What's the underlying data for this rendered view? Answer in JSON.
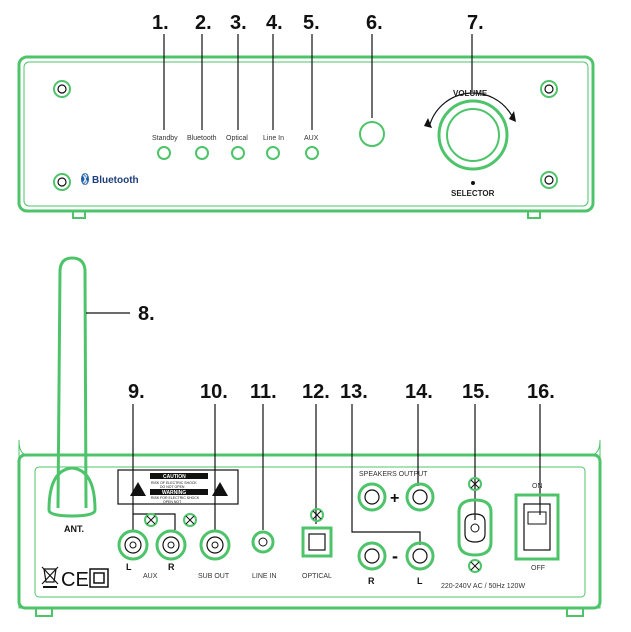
{
  "callouts": [
    "1.",
    "2.",
    "3.",
    "4.",
    "5.",
    "6.",
    "7.",
    "8.",
    "9.",
    "10.",
    "11.",
    "12.",
    "13.",
    "14.",
    "15.",
    "16."
  ],
  "front": {
    "leds": [
      "Standby",
      "Bluetooth",
      "Optical",
      "Line In",
      "AUX"
    ],
    "volume_label": "VOLUME",
    "selector_label": "SELECTOR",
    "bluetooth_logo": "Bluetooth"
  },
  "rear": {
    "antenna_label": "ANT.",
    "caution_title": "CAUTION",
    "caution_line1": "RISK OF ELECTRIC SHOCK",
    "caution_line2": "DO NOT OPEN",
    "warning_title": "WARNING",
    "warning_line1": "RISK FOR ELECTRIC SHOCK",
    "warning_line2": "OPEN NOT",
    "aux_l": "L",
    "aux_label": "AUX",
    "aux_r": "R",
    "sub_out": "SUB OUT",
    "line_in": "LINE IN",
    "optical": "OPTICAL",
    "speakers_output": "SPEAKERS OUTPUT",
    "plus": "+",
    "minus": "-",
    "spk_r": "R",
    "spk_l": "L",
    "power_spec": "220-240V AC / 50Hz 120W",
    "on": "ON",
    "off": "OFF",
    "ce": "CE"
  }
}
